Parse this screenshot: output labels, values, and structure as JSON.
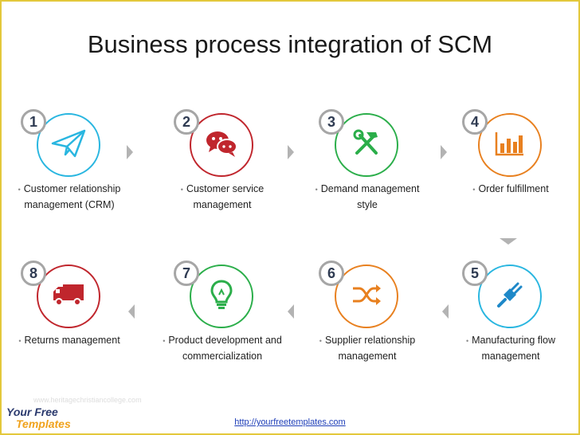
{
  "title": "Business process integration of SCM",
  "steps": [
    {
      "number": "1",
      "label": "Customer relationship\nmanagement (CRM)",
      "icon": "paper-plane-icon",
      "color": "#29b6e0"
    },
    {
      "number": "2",
      "label": "Customer service\nmanagement",
      "icon": "chat-bubbles-icon",
      "color": "#c0262d"
    },
    {
      "number": "3",
      "label": "Demand management\nstyle",
      "icon": "tools-icon",
      "color": "#2bae4a"
    },
    {
      "number": "4",
      "label": "Order fulfillment",
      "icon": "bar-chart-icon",
      "color": "#e8801f"
    },
    {
      "number": "5",
      "label": "Manufacturing flow\nmanagement",
      "icon": "power-plug-icon",
      "color": "#29b6e0"
    },
    {
      "number": "6",
      "label": "Supplier relationship\nmanagement",
      "icon": "shuffle-icon",
      "color": "#e8801f"
    },
    {
      "number": "7",
      "label": "Product development and\ncommercialization",
      "icon": "lightbulb-icon",
      "color": "#2bae4a"
    },
    {
      "number": "8",
      "label": "Returns management",
      "icon": "truck-icon",
      "color": "#c0262d"
    }
  ],
  "watermark": "www.heritagechristiancollege.com",
  "logo": {
    "line1": "Your Free",
    "line2": "Templates"
  },
  "footer_link": "http://yourfreetemplates.com"
}
